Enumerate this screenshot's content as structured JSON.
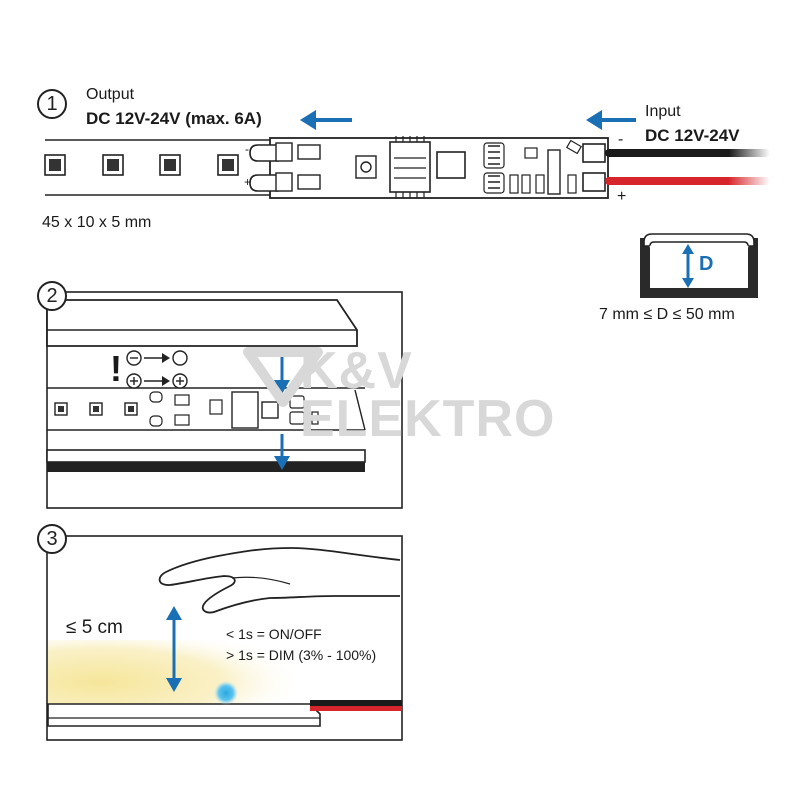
{
  "step1": {
    "number": "1",
    "output_label": "Output",
    "output_voltage": "DC 12V-24V (max. 6A)",
    "input_label": "Input",
    "input_voltage": "DC 12V-24V",
    "minus_sign": "-",
    "plus_sign": "+",
    "dimensions": "45 x 10 x 5 mm",
    "profile_letter": "D",
    "profile_range": "7 mm ≤ D ≤ 50 mm"
  },
  "step2": {
    "number": "2",
    "warning": "!",
    "watermark_line1": "K&V",
    "watermark_line2": "ELEKTRO"
  },
  "step3": {
    "number": "3",
    "distance": "≤ 5 cm",
    "short_press": "< 1s = ON/OFF",
    "long_press": "> 1s = DIM (3% - 100%)"
  },
  "colors": {
    "arrow_blue": "#1a6fb5",
    "wire_red": "#d7262b",
    "wire_black": "#1a1a1a",
    "led_glow": "#f7ecb0",
    "sensor_blue": "#2aa8e0"
  }
}
